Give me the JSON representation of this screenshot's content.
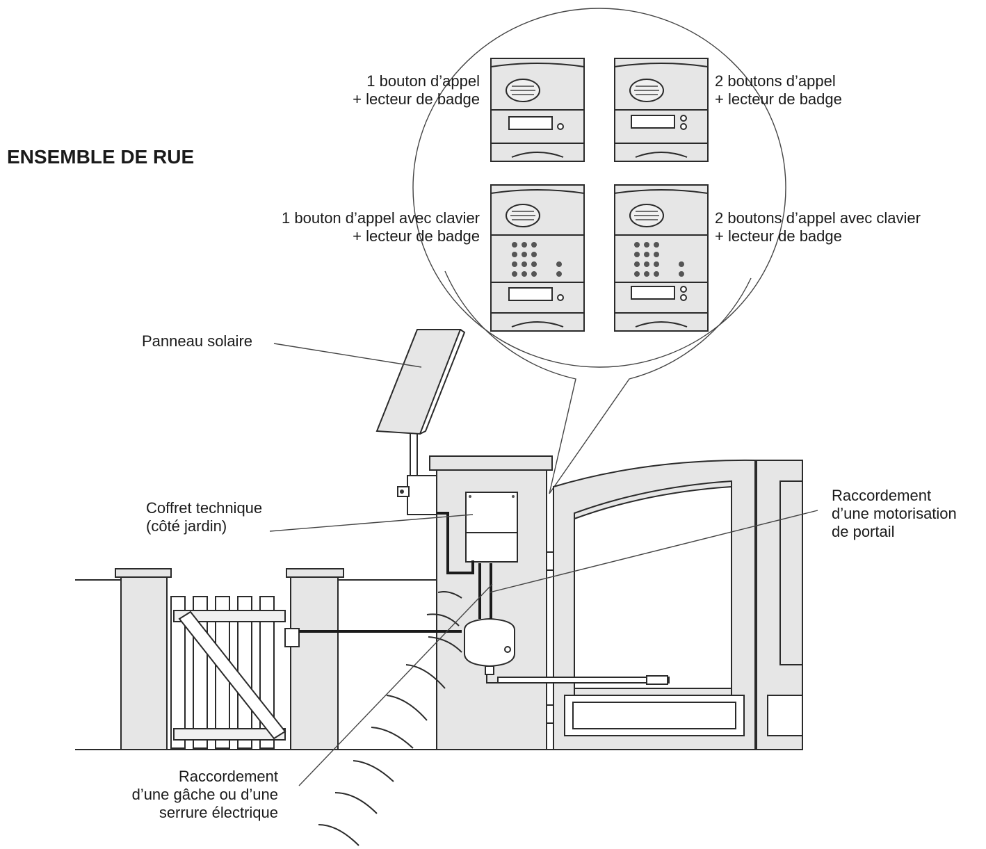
{
  "title": "ENSEMBLE DE RUE",
  "panels": [
    {
      "line1": "1 bouton d’appel",
      "line2": "+ lecteur de badge"
    },
    {
      "line1": "2 boutons d’appel",
      "line2": "+ lecteur de badge"
    },
    {
      "line1": "1 bouton d’appel avec clavier",
      "line2": "+ lecteur de badge"
    },
    {
      "line1": "2 boutons d’appel avec clavier",
      "line2": "+ lecteur de badge"
    }
  ],
  "callouts": {
    "solar_panel": "Panneau solaire",
    "tech_box": {
      "line1": "Coffret technique",
      "line2": "(côté jardin)"
    },
    "motor": {
      "line1": "Raccordement",
      "line2": "d’une motorisation",
      "line3": "de portail"
    },
    "lock": {
      "line1": "Raccordement",
      "line2": "d’une gâche ou d’une",
      "line3": "serrure électrique"
    }
  },
  "colors": {
    "stroke": "#2a2a2a",
    "panel_fill": "#e6e6e6",
    "panel_light": "#f2f2f2",
    "background": "#ffffff"
  }
}
